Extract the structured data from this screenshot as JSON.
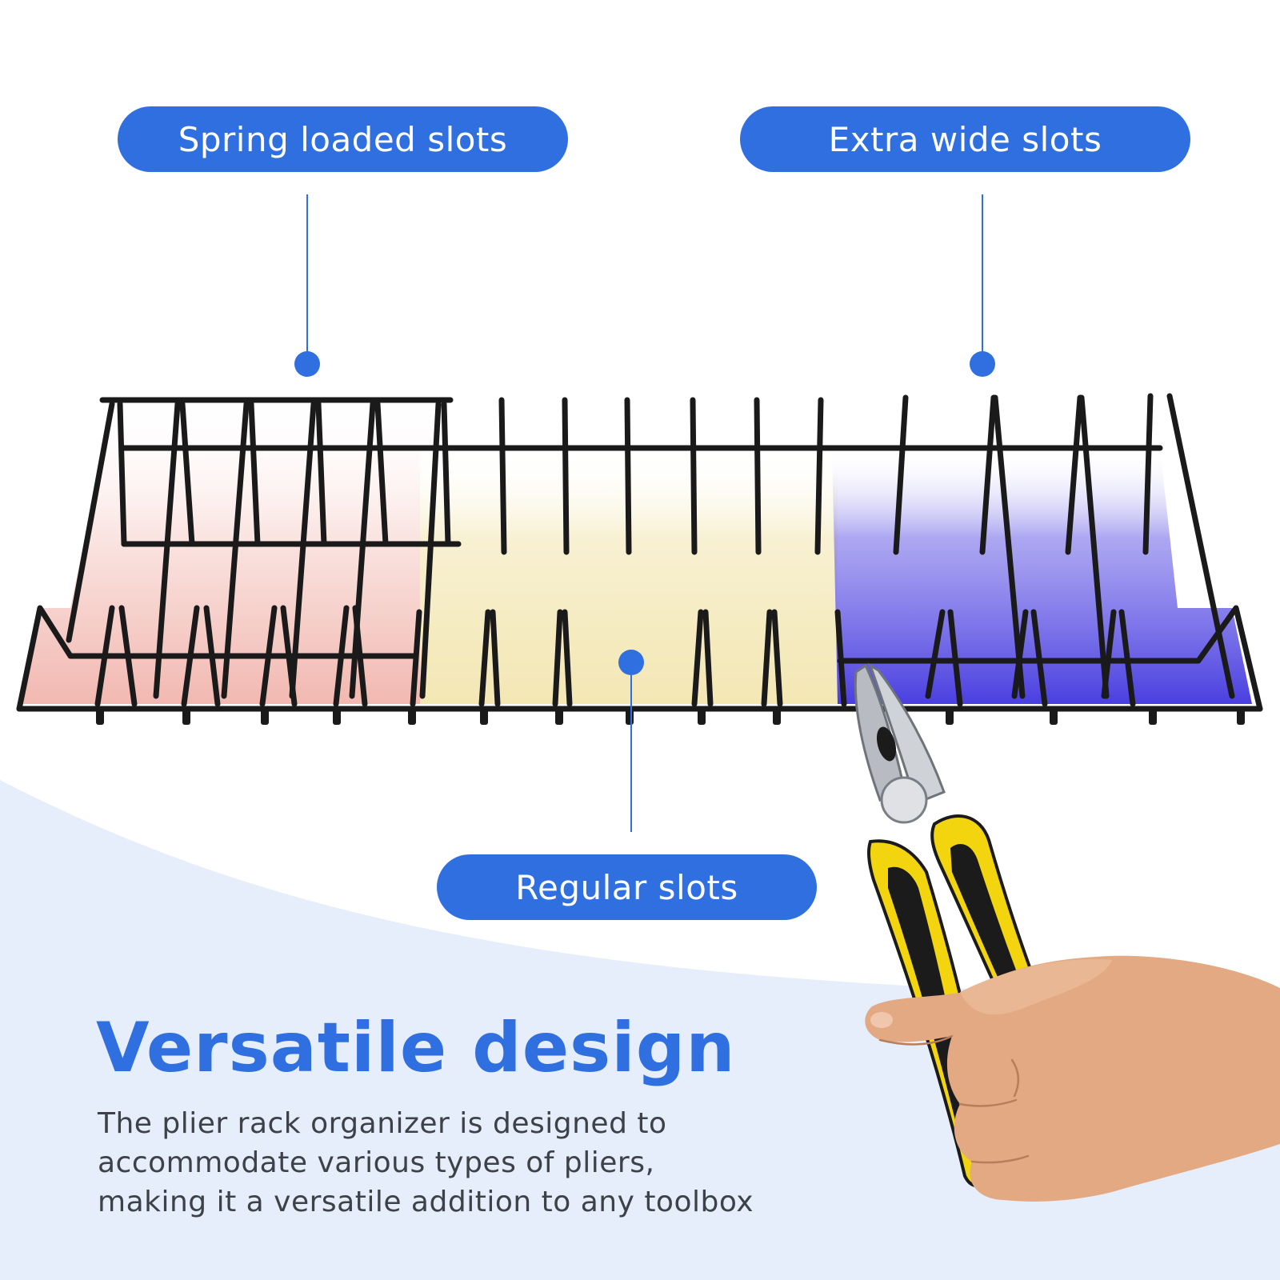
{
  "colors": {
    "accent": "#2f6fe0",
    "background": "#ffffff",
    "wave": "#e6eefb",
    "title": "#2f6fe0",
    "body_text": "#3d4148",
    "spring_zone": "#f1b5ad",
    "regular_zone": "#f3e7b4",
    "wide_zone": "#4a3fe0",
    "rack_wire": "#1a1a1a",
    "plier_grip_yellow": "#f2d40f",
    "plier_grip_black": "#1b1b1b",
    "plier_metal": "#b8bcc2",
    "skin": "#e2a982"
  },
  "callouts": {
    "spring": "Spring loaded slots",
    "wide": "Extra wide slots",
    "regular": "Regular slots"
  },
  "headline": "Versatile design",
  "description": {
    "line1": "The plier rack organizer is designed to",
    "line2": "accommodate various types of pliers,",
    "line3": "making it a versatile addition to any toolbox"
  }
}
